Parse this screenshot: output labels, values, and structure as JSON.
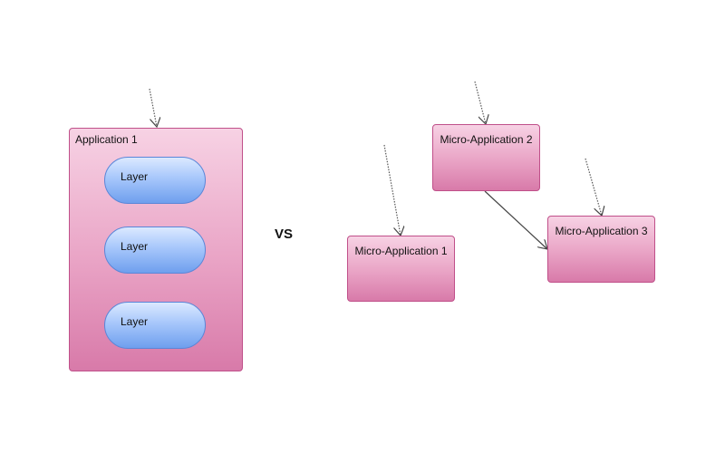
{
  "application": {
    "label": "Application 1",
    "layers": [
      "Layer",
      "Layer",
      "Layer"
    ]
  },
  "comparison_label": "VS",
  "micro_apps": [
    {
      "label": "Micro-Application 1"
    },
    {
      "label": "Micro-Application 2"
    },
    {
      "label": "Micro-Application 3"
    }
  ],
  "colors": {
    "box_fill": "#e9a3c5",
    "box_border": "#c0508a",
    "layer_fill": "#a7c7fb",
    "layer_border": "#5a86d8",
    "arrow": "#444444"
  }
}
